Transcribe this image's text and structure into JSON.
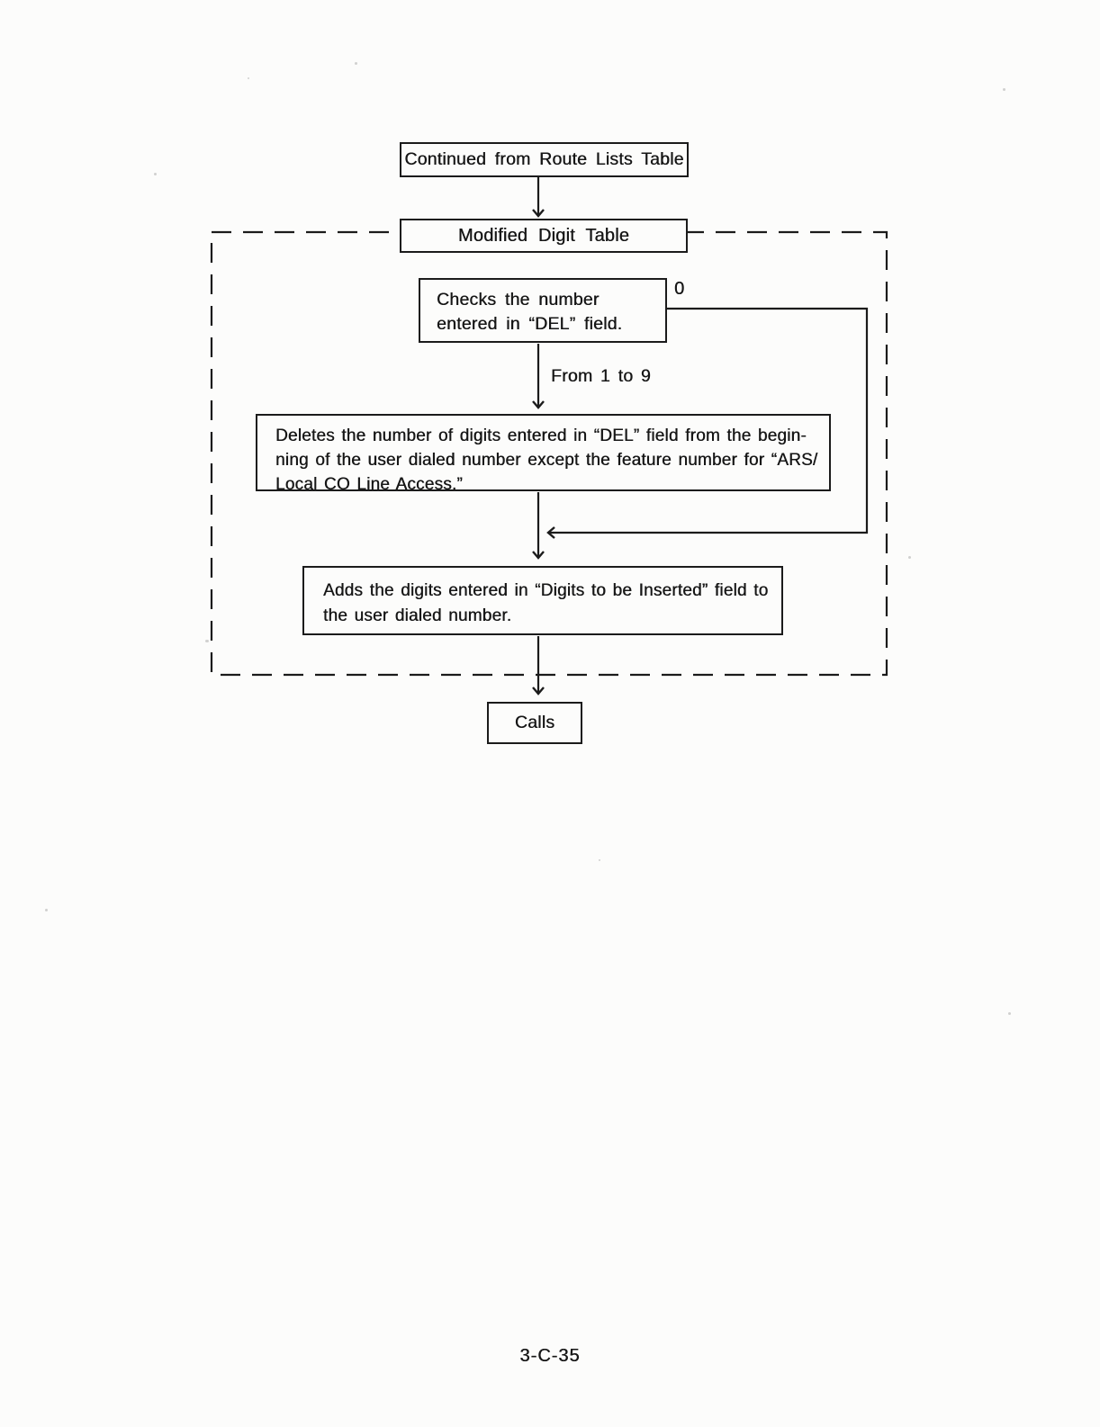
{
  "flowchart": {
    "nodes": {
      "continued": {
        "label": "Continued from Route Lists Table"
      },
      "modified": {
        "label": "Modified Digit Table"
      },
      "checks": {
        "line1": "Checks the number",
        "line2": "entered in “DEL” field."
      },
      "deletes": {
        "line1": "Deletes the number of digits entered in “DEL” field from the begin-",
        "line2": "ning of the user dialed number except the feature number for “ARS/",
        "line3": "Local CO Line Access.”"
      },
      "adds": {
        "line1": "Adds the digits entered in “Digits to be Inserted” field to",
        "line2": "the user dialed number."
      },
      "calls": {
        "label": "Calls"
      }
    },
    "edge_labels": {
      "zero": "0",
      "range": "From 1 to 9"
    },
    "ink_color": "#1b1b1b"
  },
  "footer": {
    "page_number": "3-C-35"
  }
}
